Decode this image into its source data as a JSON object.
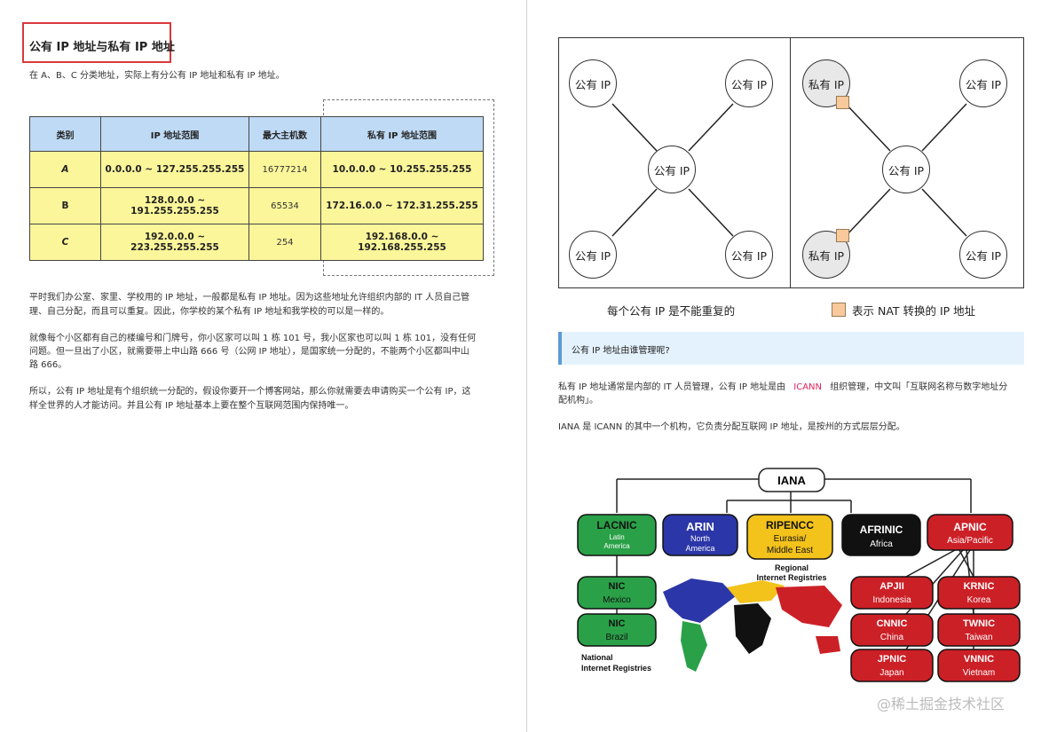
{
  "left": {
    "title": "公有 IP 地址与私有 IP 地址",
    "intro": "在 A、B、C 分类地址，实际上有分公有 IP 地址和私有 IP 地址。",
    "table": {
      "headers": [
        "类别",
        "IP 地址范围",
        "最大主机数",
        "私有 IP 地址范围"
      ],
      "rows": [
        [
          "A",
          "0.0.0.0 ~ 127.255.255.255",
          "16777214",
          "10.0.0.0 ~ 10.255.255.255"
        ],
        [
          "B",
          "128.0.0.0 ~ 191.255.255.255",
          "65534",
          "172.16.0.0 ~ 172.31.255.255"
        ],
        [
          "C",
          "192.0.0.0 ~ 223.255.255.255",
          "254",
          "192.168.0.0 ~ 192.168.255.255"
        ]
      ]
    },
    "para1_l1": "平时我们办公室、家里、学校用的 IP 地址，一般都是私有 IP 地址。因为这些地址允许组织内部的 IT 人员自己管",
    "para1_l2": "理、自己分配，而且可以重复。因此，你学校的某个私有 IP 地址和我学校的可以是一样的。",
    "para2_l1": "就像每个小区都有自己的楼编号和门牌号，你小区家可以叫  1 栋 101 号，我小区家也可以叫 1 栋 101，没有任何",
    "para2_l2": "问题。但一旦出了小区，就需要带上中山路 666 号（公网 IP 地址），是国家统一分配的，不能两个小区都叫中山",
    "para2_l3": "路 666。",
    "para3_l1": "所以，公有 IP 地址是有个组织统一分配的，假设你要开一个博客网站，那么你就需要去申请购买一个公有 IP，这",
    "para3_l2": "样全世界的人才能访问。并且公有 IP 地址基本上要在整个互联网范围内保持唯一。"
  },
  "right": {
    "diagram": {
      "public_ip": "公有 IP",
      "private_ip": "私有 IP",
      "caption_left": "每个公有 IP 是不能重复的",
      "caption_right": "表示 NAT 转换的 IP 地址"
    },
    "note_title": "公有 IP 地址由谁管理呢?",
    "para1_a": "私有 IP 地址通常是内部的 IT 人员管理，公有 IP 地址是由",
    "para1_icann": "ICANN",
    "para1_b": "组织管理，中文叫「互联网名称与数字地址分",
    "para1_c": "配机构」。",
    "para2": "IANA 是 ICANN 的其中一个机构，它负责分配互联网 IP 地址，是按州的方式层层分配。",
    "org": {
      "iana": "IANA",
      "lacnic": "LACNIC",
      "lacnic_sub1": "Latin",
      "lacnic_sub2": "America",
      "arin": "ARIN",
      "arin_sub1": "North",
      "arin_sub2": "America",
      "ripencc": "RIPENCC",
      "ripencc_sub1": "Eurasia/",
      "ripencc_sub2": "Middle East",
      "afrinic": "AFRINIC",
      "afrinic_sub": "Africa",
      "apnic": "APNIC",
      "apnic_sub": "Asia/Pacific",
      "nic_mx": "NIC",
      "nic_mx_sub": "Mexico",
      "nic_br": "NIC",
      "nic_br_sub": "Brazil",
      "apjii": "APJII",
      "apjii_sub": "Indonesia",
      "krnic": "KRNIC",
      "krnic_sub": "Korea",
      "cnnic": "CNNIC",
      "cnnic_sub": "China",
      "twnic": "TWNIC",
      "twnic_sub": "Taiwan",
      "jpnic": "JPNIC",
      "jpnic_sub": "Japan",
      "vnnic": "VNNIC",
      "vnnic_sub": "Vietnam",
      "regional_l1": "Regional",
      "regional_l2": "Internet Registries",
      "national_l1": "National",
      "national_l2": "Internet Registries"
    }
  },
  "watermark": "@稀土掘金技术社区",
  "colors": {
    "title_box": "#d9393b",
    "table_header": "#bfdaf5",
    "table_cell": "#fbf69a",
    "nat_marker": "#f8c99a",
    "note_bg": "#e4f2fd",
    "green": "#2aa148",
    "blue": "#2b36a8",
    "yellow": "#f3c21b",
    "black": "#111111",
    "red": "#cc2027"
  }
}
